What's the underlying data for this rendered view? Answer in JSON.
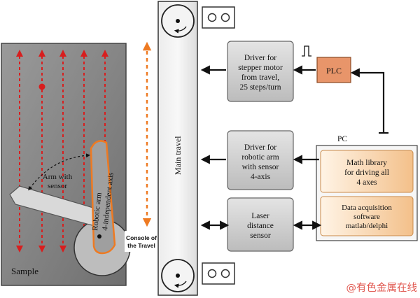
{
  "labels": {
    "sample": "Sample",
    "arm_with_sensor_l1": "Arm with",
    "arm_with_sensor_l2": "sensor",
    "robotic_arm_l1": "Robotic arm",
    "robotic_arm_l2": "4-independent axis",
    "console_l1": "Console of",
    "console_l2": "the Travel",
    "main_travel": "Main travel",
    "stepper_driver": [
      "Driver for",
      "stepper motor",
      "from travel,",
      "25 steps/turn"
    ],
    "plc": "PLC",
    "robot_driver": [
      "Driver for",
      "robotic arm",
      "with sensor",
      "4-axis"
    ],
    "laser_sensor": [
      "Laser",
      "distance",
      "sensor"
    ],
    "pc": "PC",
    "math_library": [
      "Math library",
      "for driving all",
      "4 axes"
    ],
    "data_acquisition": [
      "Data acquisition",
      "software",
      "matlab/delphi"
    ],
    "watermark": "@有色金属在线"
  },
  "colors": {
    "sample_panel": "#8a8a8a",
    "red_arrows": "#d81e1e",
    "orange_arrow": "#ee7a22",
    "plc_box": "#e8956a",
    "pc_box": "#f7cfa4",
    "grey_box": "#cfcfcf",
    "watermark": "#e0574f"
  }
}
